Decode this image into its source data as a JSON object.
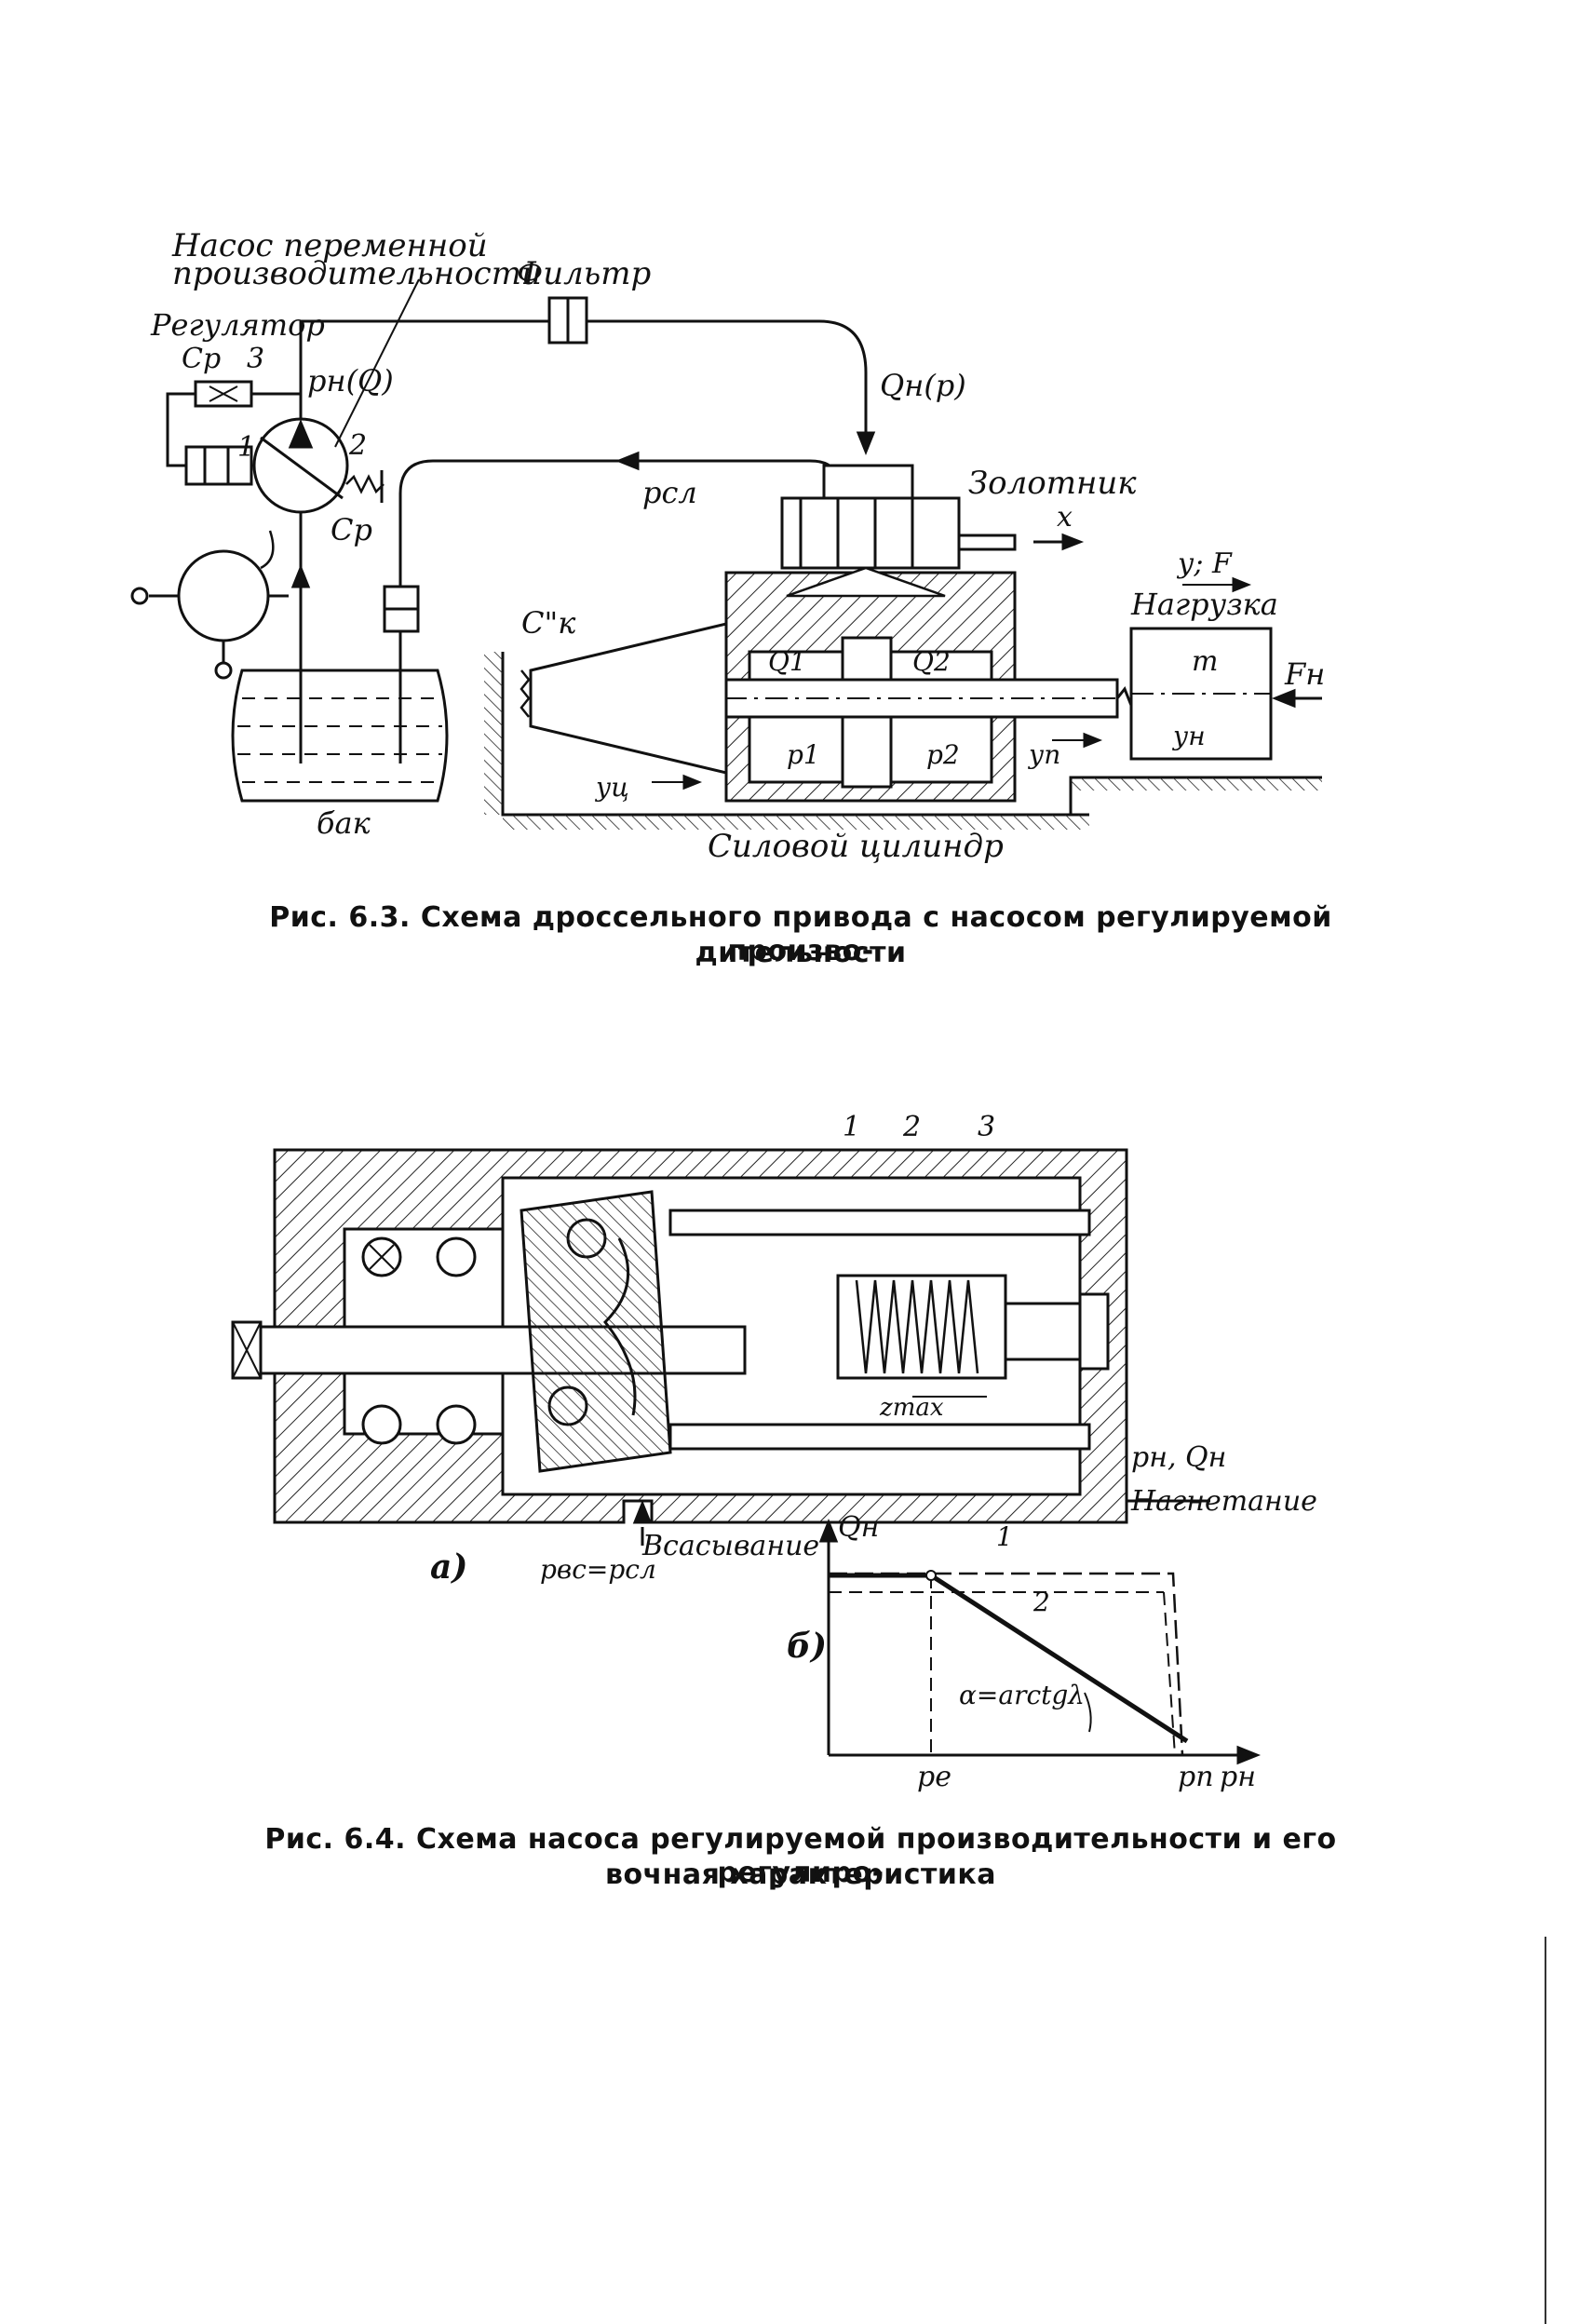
{
  "fig1": {
    "labels": {
      "pump_title_1": "Насос переменной",
      "pump_title_2": "производительности",
      "filter": "Фильтр",
      "regulator": "Регулятор",
      "cp_small": "Cр",
      "num3": "3",
      "num1": "1",
      "num2": "2",
      "pn_q": "pн(Q)",
      "qn_p": "Qн(р)",
      "psl": "pсл",
      "zolotnik": "Золотник",
      "x": "x",
      "cp": "Cр",
      "yf": "у; F",
      "nagruzka": "Нагрузка",
      "ck": "C\"к",
      "q1": "Q1",
      "q2": "Q2",
      "m": "m",
      "fn": "Fн",
      "p1": "p1",
      "p2": "p2",
      "yp": "уп",
      "yn": "ун",
      "yc": "уц",
      "bak": "бак",
      "cylinder": "Силовой цилиндр"
    },
    "caption_1": "Рис. 6.3. Схема дроссельного привода с насосом регулируемой произво-",
    "caption_2": "дительности"
  },
  "fig2": {
    "labels": {
      "n1": "1",
      "n2": "2",
      "n3": "3",
      "zmax": "zmax",
      "pn_qn": "pн, Qн",
      "nagnetanie": "Нагнетание",
      "vsasyvanie": "Всасывание",
      "pvc": "pвс=pсл",
      "part_a": "а)",
      "part_b": "б)",
      "qn_axis": "Qн",
      "line1": "1",
      "line2": "2",
      "alpha": "α=arctgλ",
      "pe": "pе",
      "pp": "pп",
      "pn_axis": "pн"
    },
    "caption_1": "Рис. 6.4. Схема насоса регулируемой производительности и его регулиро-",
    "caption_2": "вочная характеристика"
  }
}
